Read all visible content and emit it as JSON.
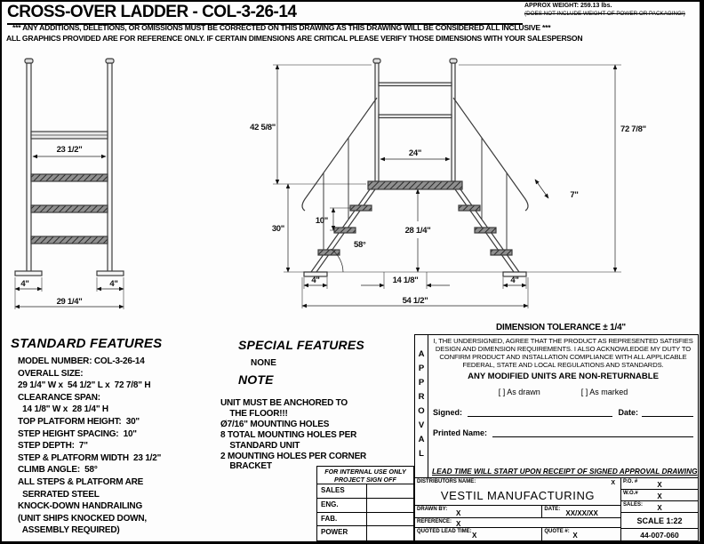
{
  "header": {
    "title": "CROSS-OVER LADDER - COL-3-26-14",
    "approx_weight": "APPROX WEIGHT: 259.13 lbs.",
    "weight_note": "(DOES NOT INCLUDE WEIGHT OF POWER OR PACKAGING!)",
    "disclaimer_line1": "*** ANY ADDITIONS, DELETIONS, OR OMISSIONS MUST BE CORRECTED ON THIS DRAWING AS THIS DRAWING WILL BE CONSIDERED ALL INCLUSIVE ***",
    "disclaimer_line2": "ALL GRAPHICS PROVIDED ARE FOR REFERENCE ONLY. IF CERTAIN DIMENSIONS ARE CRITICAL PLEASE VERIFY THOSE DIMENSIONS WITH YOUR SALESPERSON"
  },
  "drawing": {
    "front_view": {
      "platform_width": "23 1/2\"",
      "foot_left": "4\"",
      "foot_right": "4\"",
      "overall_width": "29 1/4\""
    },
    "side_view": {
      "handrail_height": "42 5/8\"",
      "platform_length": "24\"",
      "overall_height": "72 7/8\"",
      "platform_height": "30\"",
      "step_spacing": "10\"",
      "clearance_height": "28 1/4\"",
      "climb_angle": "58°",
      "step_depth": "7\"",
      "clearance_span": "14 1/8\"",
      "overall_length": "54 1/2\"",
      "foot_left": "4\"",
      "foot_right": "4\""
    }
  },
  "standard_features": {
    "heading": "STANDARD FEATURES",
    "lines": [
      "MODEL NUMBER: COL-3-26-14",
      "OVERALL SIZE:",
      "29 1/4\" W x  54 1/2\" L x  72 7/8\" H",
      "CLEARANCE SPAN:",
      "  14 1/8\" W x  28 1/4\" H",
      "TOP PLATFORM HEIGHT:  30\"",
      "STEP HEIGHT SPACING:  10\"",
      "STEP DEPTH:  7\"",
      "STEP & PLATFORM WIDTH  23 1/2\"",
      "CLIMB ANGLE:  58°",
      "ALL STEPS & PLATFORM ARE",
      "  SERRATED STEEL",
      "KNOCK-DOWN HANDRAILING",
      "(UNIT SHIPS KNOCKED DOWN,",
      "  ASSEMBLY REQUIRED)"
    ]
  },
  "special_features": {
    "heading": "SPECIAL FEATURES",
    "value": "NONE"
  },
  "note": {
    "heading": "NOTE",
    "lines": [
      "UNIT MUST BE ANCHORED TO",
      "    THE FLOOR!!!",
      "Ø7/16\" MOUNTING HOLES",
      "8 TOTAL MOUNTING HOLES PER",
      "    STANDARD UNIT",
      "2 MOUNTING HOLES PER CORNER",
      "    BRACKET"
    ]
  },
  "approval": {
    "tolerance": "DIMENSION TOLERANCE ± 1/4\"",
    "vertical_label": "APPROVAL",
    "agreement": "I, THE UNDERSIGNED, AGREE THAT THE PRODUCT AS REPRESENTED SATISFIES DESIGN AND DIMENSION REQUIREMENTS.  I ALSO ACKNOWLEDGE MY DUTY TO CONFIRM PRODUCT AND INSTALLATION COMPLIANCE WITH ALL APPLICABLE FEDERAL, STATE AND LOCAL REGULATIONS AND STANDARDS.",
    "non_returnable": "ANY MODIFIED UNITS ARE NON-RETURNABLE",
    "as_drawn": "[  ] As drawn",
    "as_marked": "[  ] As marked",
    "signed_label": "Signed:",
    "date_label": "Date:",
    "printed_name_label": "Printed Name:",
    "lead_time_note": "LEAD TIME WILL START UPON RECEIPT OF SIGNED APPROVAL DRAWING"
  },
  "internal_signoff": {
    "heading_line1": "FOR INTERNAL USE ONLY",
    "heading_line2": "PROJECT SIGN OFF",
    "rows": [
      "SALES",
      "ENG.",
      "FAB.",
      "POWER"
    ]
  },
  "title_block": {
    "distributors_name_label": "DISTRIBUTORS NAME:",
    "distributors_name_value": "X",
    "company": "VESTIL MANUFACTURING",
    "po_label": "P.O. #",
    "po_value": "X",
    "wo_label": "W.O.#",
    "wo_value": "X",
    "drawn_by_label": "DRAWN BY:",
    "drawn_by_value": "X",
    "date_label": "DATE:",
    "date_value": "XX/XX/XX",
    "sales_label": "SALES:",
    "sales_value": "X",
    "reference_label": "REFERENCE:",
    "reference_value": "X",
    "scale": "SCALE 1:22",
    "quoted_lead_time_label": "QUOTED LEAD TIME:",
    "quoted_lead_time_value": "X",
    "quote_label": "QUOTE #:",
    "quote_value": "X",
    "drawing_number": "44-007-060"
  }
}
